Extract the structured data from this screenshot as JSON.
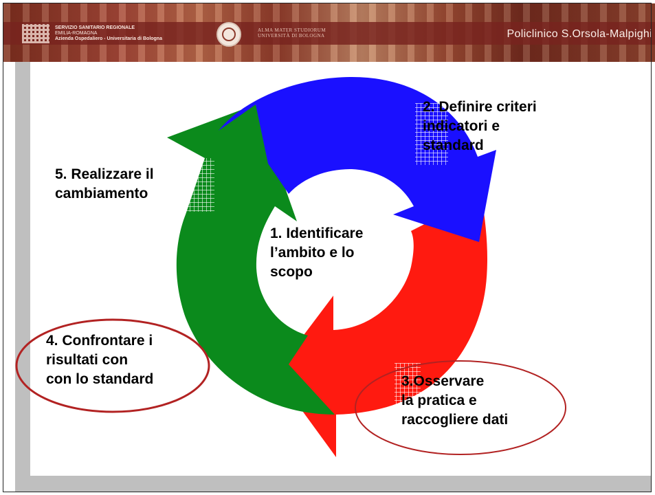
{
  "header": {
    "ssr_lines": [
      "SERVIZIO SANITARIO REGIONALE",
      "EMILIA-ROMAGNA",
      "Azienda Ospedaliero - Universitaria di Bologna"
    ],
    "alma_lines": [
      "ALMA MATER STUDIORUM",
      "UNIVERSITÀ DI BOLOGNA"
    ],
    "hospital": "Policlinico S.Orsola-Malpighi"
  },
  "steps": {
    "s1": [
      "1. Identificare",
      "l’ambito e lo",
      "scopo"
    ],
    "s2": [
      "2. Definire criteri",
      "indicatori e",
      "standard"
    ],
    "s3": [
      "3.Osservare",
      "la pratica e",
      "raccogliere dati"
    ],
    "s4": [
      "4. Confrontare i",
      "risultati con",
      "con lo standard"
    ],
    "s5": [
      "5. Realizzare il",
      "cambiamento"
    ]
  },
  "colors": {
    "blue": "#1a10ff",
    "red": "#ff1a10",
    "green": "#0b8a1c",
    "oval": "#b22222",
    "band": "#bfbfbf",
    "header": "#7a2e1f"
  }
}
